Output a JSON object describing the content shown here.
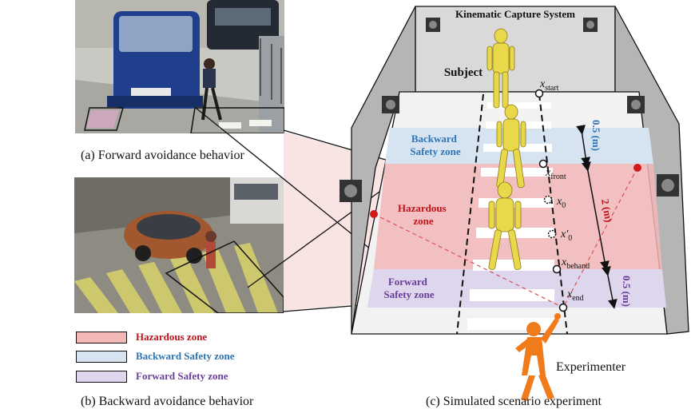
{
  "captions": {
    "a": "(a) Forward avoidance behavior",
    "b": "(b) Backward avoidance behavior",
    "c": "(c) Simulated scenario experiment"
  },
  "legend": [
    {
      "label": "Hazardous zone",
      "fill": "#f2b7b7",
      "color": "#c0141b"
    },
    {
      "label": "Backward Safety zone",
      "fill": "#d6e4f2",
      "color": "#2e74b5"
    },
    {
      "label": "Forward Safety zone",
      "fill": "#ddd6ec",
      "color": "#6a3d9a"
    }
  ],
  "scene": {
    "system_title": "Kinematic Capture System",
    "subject": "Subject",
    "experimenter": "Experimenter",
    "zones": {
      "backward": "Backward\nSafety zone",
      "hazardous": "Hazardous\nzone",
      "forward": "Forward\nSafety zone"
    },
    "markers": {
      "start": {
        "base": "x",
        "sub": "start"
      },
      "front": {
        "base": "x",
        "sub": "front"
      },
      "x0": {
        "base": "x",
        "sub": "0"
      },
      "x0p": {
        "base": "x′",
        "sub": "0"
      },
      "behand": {
        "base": "x",
        "sub": "behand"
      },
      "end": {
        "base": "x",
        "sub": "end"
      }
    },
    "dimensions": {
      "top": "0.5 (m)",
      "middle": "2 (m)",
      "bottom": "0.5 (m)"
    }
  },
  "colors": {
    "hazard": "#c0141b",
    "backward": "#2e74b5",
    "forward": "#6a3d9a",
    "figure": "#e8d84a",
    "experimenter": "#f07b1c"
  }
}
